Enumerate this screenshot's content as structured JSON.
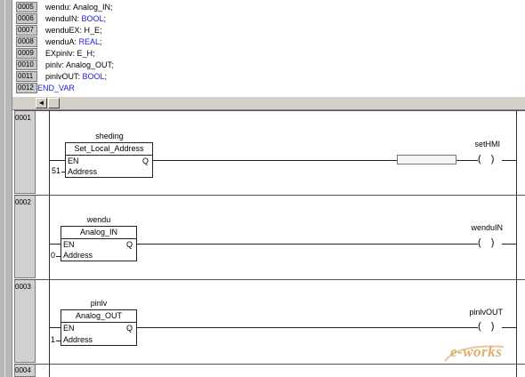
{
  "declarations": [
    {
      "num": "0005",
      "parts": [
        {
          "t": "wendu: Analog_IN;",
          "kw": false
        }
      ]
    },
    {
      "num": "0006",
      "parts": [
        {
          "t": "wenduIN: ",
          "kw": false
        },
        {
          "t": "BOOL",
          "kw": true
        },
        {
          "t": ";",
          "kw": false
        }
      ]
    },
    {
      "num": "0007",
      "parts": [
        {
          "t": "wenduEX: H_E;",
          "kw": false
        }
      ]
    },
    {
      "num": "0008",
      "parts": [
        {
          "t": "wenduA: ",
          "kw": false
        },
        {
          "t": "REAL",
          "kw": true
        },
        {
          "t": ";",
          "kw": false
        }
      ]
    },
    {
      "num": "0009",
      "parts": [
        {
          "t": "EXpinlv: E_H;",
          "kw": false
        }
      ]
    },
    {
      "num": "0010",
      "parts": [
        {
          "t": "pinlv: Analog_OUT;",
          "kw": false
        }
      ]
    },
    {
      "num": "0011",
      "parts": [
        {
          "t": "pinlvOUT: ",
          "kw": false
        },
        {
          "t": "BOOL",
          "kw": true
        },
        {
          "t": ";",
          "kw": false
        }
      ]
    },
    {
      "num": "0012",
      "parts": [
        {
          "t": "END_VAR",
          "kw": true
        }
      ]
    }
  ],
  "networks": [
    {
      "num": "0001",
      "instance": "sheding",
      "fb_type": "Set_Local_Address",
      "en": "EN",
      "q": "Q",
      "addr_label": "Address",
      "addr_const": "51",
      "coil": "setHMI",
      "coil_symbol": "( )"
    },
    {
      "num": "0002",
      "instance": "wendu",
      "fb_type": "Analog_IN",
      "en": "EN",
      "q": "Q",
      "addr_label": "Address",
      "addr_const": "0",
      "coil": "wenduIN",
      "coil_symbol": "( )"
    },
    {
      "num": "0003",
      "instance": "pinlv",
      "fb_type": "Analog_OUT",
      "en": "EN",
      "q": "Q",
      "addr_label": "Address",
      "addr_const": "1",
      "coil": "pinlvOUT",
      "coil_symbol": "( )"
    },
    {
      "num": "0004"
    }
  ],
  "scroll": {
    "left_arrow": "◄"
  },
  "watermark": {
    "text": "e-works",
    "color": "#e0ad6e"
  }
}
